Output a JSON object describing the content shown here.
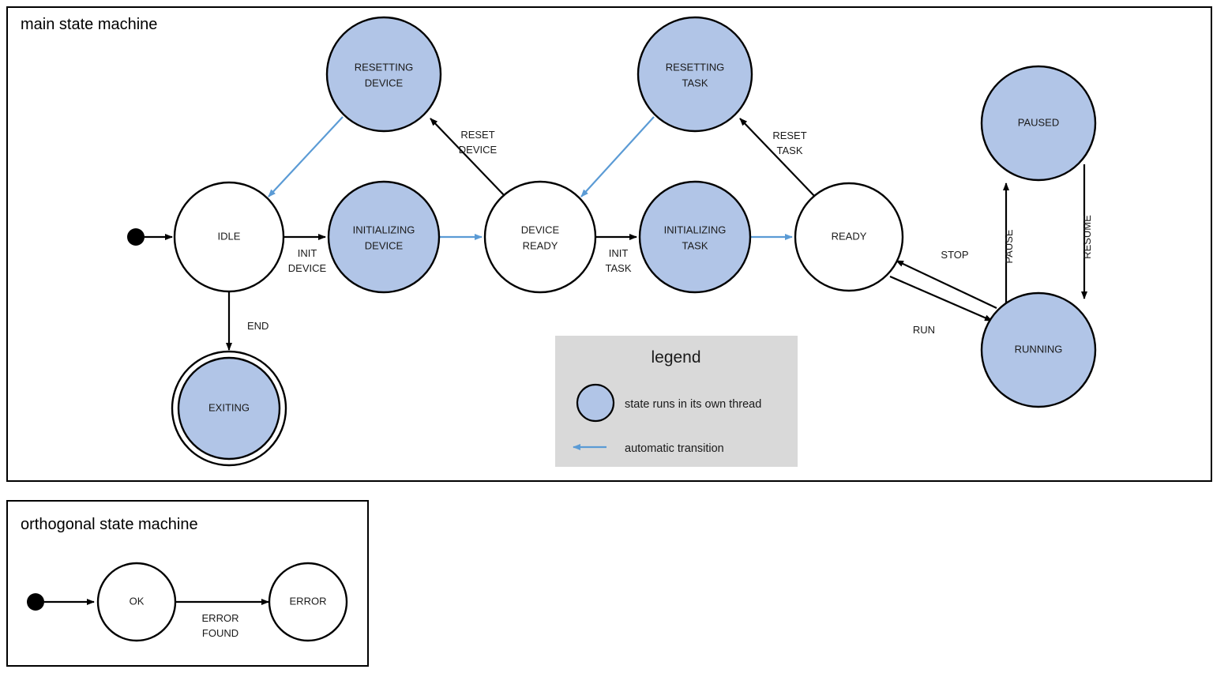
{
  "colors": {
    "thread_state_fill": "#b1c5e7",
    "plain_state_fill": "#ffffff",
    "state_stroke": "#000000",
    "auto_transition": "#5b9bd5",
    "legend_background": "#d9d9d9",
    "page_background": "#ffffff"
  },
  "main_frame": {
    "title": "main state machine"
  },
  "orthogonal_frame": {
    "title": "orthogonal state machine"
  },
  "states": {
    "idle": {
      "label": "IDLE",
      "thread": false
    },
    "resetting_device": {
      "label_line1": "RESETTING",
      "label_line2": "DEVICE",
      "thread": true
    },
    "initializing_device": {
      "label_line1": "INITIALIZING",
      "label_line2": "DEVICE",
      "thread": true
    },
    "device_ready": {
      "label_line1": "DEVICE",
      "label_line2": "READY",
      "thread": false
    },
    "resetting_task": {
      "label_line1": "RESETTING",
      "label_line2": "TASK",
      "thread": true
    },
    "initializing_task": {
      "label_line1": "INITIALIZING",
      "label_line2": "TASK",
      "thread": true
    },
    "ready": {
      "label": "READY",
      "thread": false
    },
    "paused": {
      "label": "PAUSED",
      "thread": true
    },
    "running": {
      "label": "RUNNING",
      "thread": true
    },
    "exiting": {
      "label": "EXITING",
      "thread": true,
      "final": true
    },
    "ok": {
      "label": "OK",
      "thread": false
    },
    "error": {
      "label": "ERROR",
      "thread": false
    }
  },
  "transitions": {
    "init_device": {
      "line1": "INIT",
      "line2": "DEVICE",
      "automatic": false
    },
    "reset_device": {
      "line1": "RESET",
      "line2": "DEVICE",
      "automatic": false
    },
    "init_task": {
      "line1": "INIT",
      "line2": "TASK",
      "automatic": false
    },
    "reset_task": {
      "line1": "RESET",
      "line2": "TASK",
      "automatic": false
    },
    "end": {
      "line1": "END",
      "automatic": false
    },
    "stop": {
      "line1": "STOP",
      "automatic": false
    },
    "run": {
      "line1": "RUN",
      "automatic": false
    },
    "pause": {
      "line1": "PAUSE",
      "automatic": false
    },
    "resume": {
      "line1": "RESUME",
      "automatic": false
    },
    "error_found": {
      "line1": "ERROR",
      "line2": "FOUND",
      "automatic": false
    },
    "auto_resetting_device_to_idle": {
      "automatic": true
    },
    "auto_init_device_to_device_ready": {
      "automatic": true
    },
    "auto_resetting_task_to_device_ready": {
      "automatic": true
    },
    "auto_init_task_to_ready": {
      "automatic": true
    }
  },
  "legend": {
    "title": "legend",
    "entry_thread": "state runs in its own thread",
    "entry_auto": "automatic transition"
  }
}
